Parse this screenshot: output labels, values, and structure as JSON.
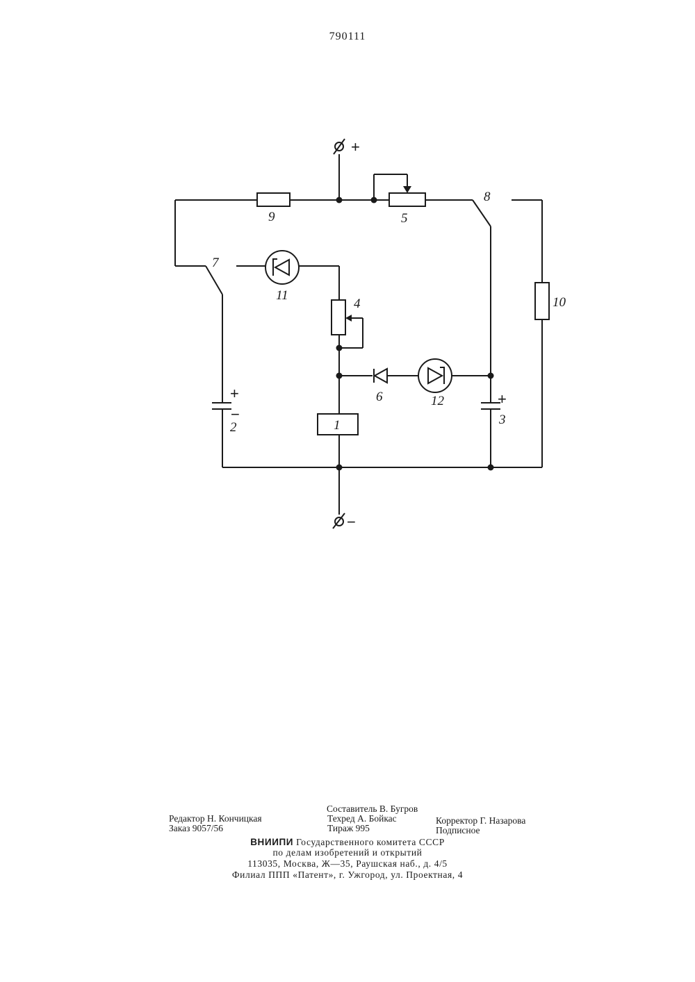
{
  "page_number": "790111",
  "schematic": {
    "terminal_plus": "+",
    "terminal_minus": "−",
    "cap_plus": "+",
    "cap_minus": "−",
    "labels": {
      "relay": "1",
      "cap2": "2",
      "cap3": "3",
      "res4": "4",
      "res5": "5",
      "diode6": "6",
      "switch7": "7",
      "switch8": "8",
      "res9": "9",
      "res10": "10",
      "led11": "11",
      "led12": "12"
    }
  },
  "colophon": {
    "compiler": "Составитель В. Бугров",
    "editor": "Редактор Н. Кончицкая",
    "techred": "Техред А. Бойкас",
    "corrector": "Корректор Г. Назарова",
    "order": "Заказ 9057/56",
    "circulation": "Тираж 995",
    "subscription": "Подписное",
    "org_name": "ВНИИПИ",
    "org_rest": "Государственного комитета СССР",
    "org_line2": "по делам изобретений и открытий",
    "address": "113035, Москва, Ж—35, Раушская наб., д. 4/5",
    "branch": "Филиал ППП «Патент», г. Ужгород, ул. Проектная, 4"
  }
}
